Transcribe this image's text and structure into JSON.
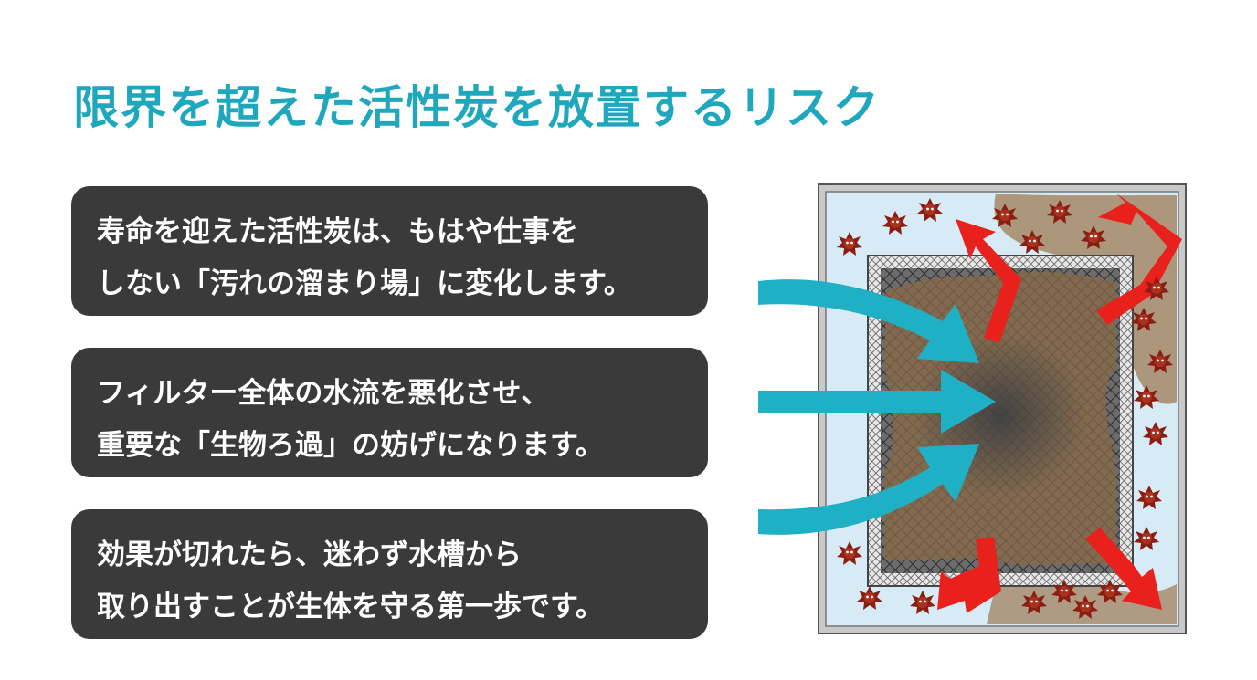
{
  "title": "限界を超えた活性炭を放置するリスク",
  "cards": [
    {
      "line1": "寿命を迎えた活性炭は、もはや仕事を",
      "line2": "しない「汚れの溜まり場」に変化します。"
    },
    {
      "line1": "フィルター全体の水流を悪化させ、",
      "line2": "重要な「生物ろ過」の妨げになります。"
    },
    {
      "line1": "効果が切れたら、迷わず水槽から",
      "line2": "取り出すことが生体を守る第一歩です。"
    }
  ],
  "colors": {
    "title": "#1fa7bd",
    "card_bg": "#3a3a3a",
    "inflow_arrow": "#1fb0c6",
    "backflow_arrow": "#e8211c",
    "sludge": "#8b6a45",
    "bacteria": "#8b1e12",
    "water": "#d6ebf5"
  },
  "icons": [
    "inflow-arrow-icon",
    "backflow-arrow-icon",
    "bacteria-icon",
    "filter-mesh-icon"
  ]
}
